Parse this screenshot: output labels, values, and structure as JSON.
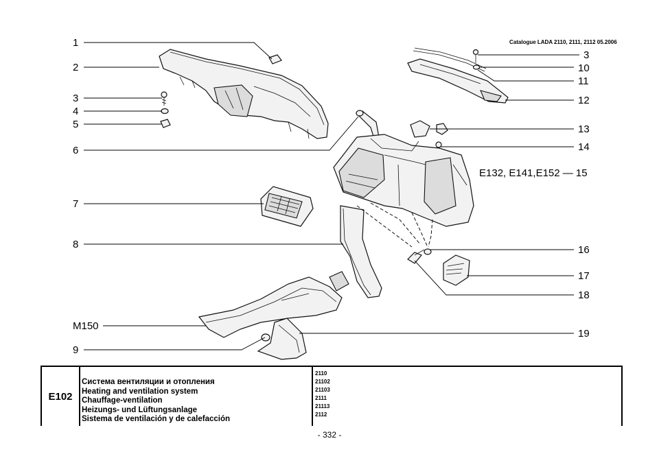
{
  "header": {
    "catalogue": "Catalogue LADA 2110, 2111, 2112  05.2006"
  },
  "callouts": {
    "c1": "1",
    "c2": "2",
    "c3_left": "3",
    "c4": "4",
    "c5": "5",
    "c6": "6",
    "c7": "7",
    "c8": "8",
    "cM150": "M150",
    "c9": "9",
    "c3_right": "3",
    "c10": "10",
    "c11": "11",
    "c12": "12",
    "c13": "13",
    "c14": "14",
    "c15": "E132, E141,E152 — 15",
    "c16": "16",
    "c17": "17",
    "c18": "18",
    "c19": "19"
  },
  "title_block": {
    "code": "E102",
    "titles": [
      "Система вентиляции и отопления",
      "Heating and ventilation system",
      "Chauffage-ventilation",
      "Heizungs- und Lüftungsanlage",
      "Sistema de ventilación y de calefacción"
    ],
    "models": [
      "2110",
      "21102",
      "21103",
      "2111",
      "21113",
      "2112"
    ]
  },
  "page_number": "- 332 -"
}
